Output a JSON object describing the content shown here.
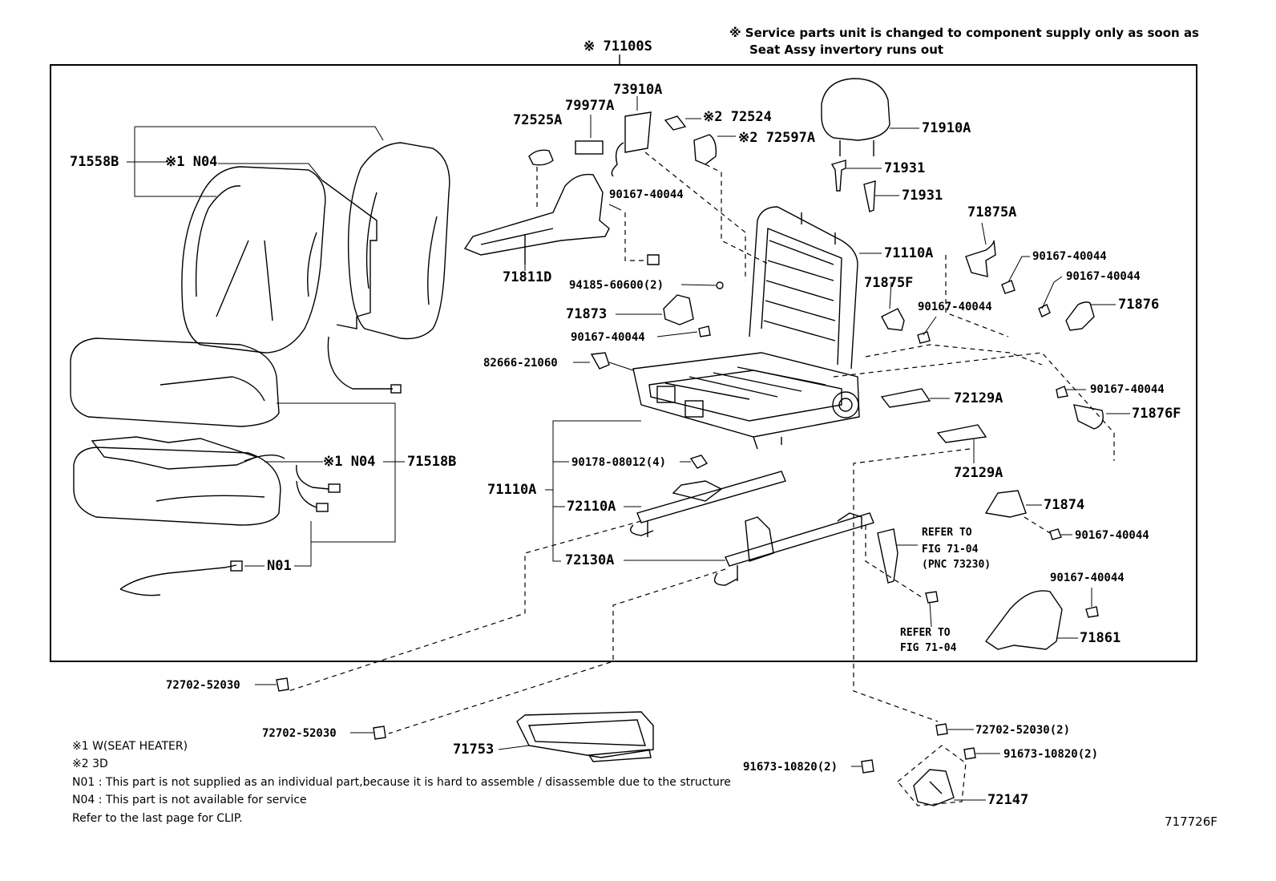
{
  "header": {
    "assy_code": "※ 71100S",
    "note_line1": "※ Service parts unit is changed to component supply only as soon as",
    "note_line2": "Seat Assy invertory runs out"
  },
  "labels": {
    "p71558B": "71558B",
    "p72525A": "72525A",
    "p79977A": "79977A",
    "p73910A": "73910A",
    "p72524": "※2 72524",
    "p72597A": "※2 72597A",
    "p71910A": "71910A",
    "p71931a": "71931",
    "p71931b": "71931",
    "n04_top": "※1 N04",
    "p90167_a": "90167-40044",
    "p71811D": "71811D",
    "p71110A_top": "71110A",
    "p71875A": "71875A",
    "p90167_b": "90167-40044",
    "p90167_c": "90167-40044",
    "p71876": "71876",
    "p94185": "94185-60600(2)",
    "p71873": "71873",
    "p90167_d": "90167-40044",
    "p71875F": "71875F",
    "p90167_e": "90167-40044",
    "p82666": "82666-21060",
    "p72129A_a": "72129A",
    "p90167_f": "90167-40044",
    "p71876F": "71876F",
    "n04_mid": "※1 N04",
    "p71518B": "71518B",
    "p90178": "90178-08012(4)",
    "p72129A_b": "72129A",
    "p71110A_left": "71110A",
    "p72110A": "72110A",
    "p71874": "71874",
    "p90167_g": "90167-40044",
    "refer1_a": "REFER TO",
    "refer1_b": "FIG 71-04",
    "refer1_c": "(PNC 73230)",
    "pN01": "N01",
    "p72130A": "72130A",
    "p90167_h": "90167-40044",
    "refer2_a": "REFER TO",
    "refer2_b": "FIG 71-04",
    "p71861": "71861",
    "p72702_a": "72702-52030",
    "p72702_b": "72702-52030",
    "p71753": "71753",
    "p72702_c": "72702-52030(2)",
    "p91673_a": "91673-10820(2)",
    "p91673_b": "91673-10820(2)",
    "p72147": "72147"
  },
  "legend": {
    "l1": "※1  W(SEAT HEATER)",
    "l2": "※2  3D",
    "l3": "N01 : This part is not supplied as an individual part,because it is hard to assemble / disassemble due to the structure",
    "l4": "N04 : This part is not available for service",
    "l5": "Refer to the last page for CLIP."
  },
  "figure_id": "717726F"
}
